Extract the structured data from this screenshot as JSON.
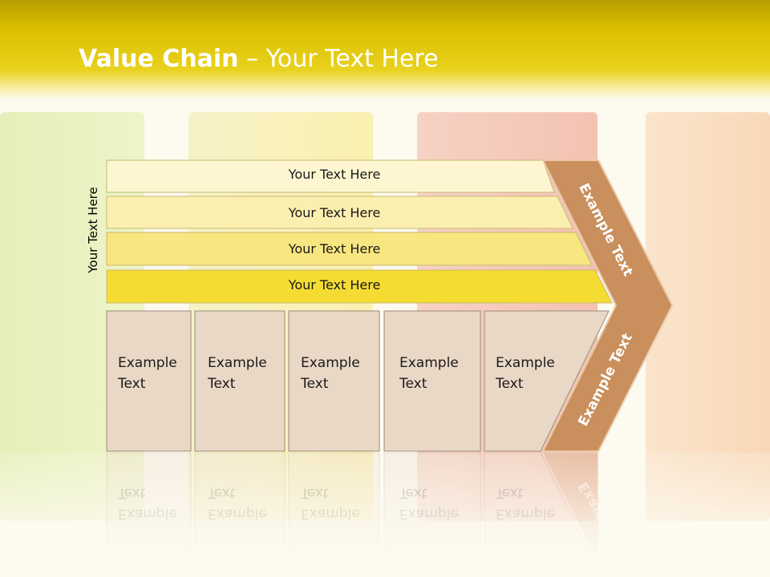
{
  "title": {
    "bold": "Value Chain",
    "rest": " – Your Text Here"
  },
  "side_label": "Your Text Here",
  "bands": [
    {
      "label": "Your Text Here",
      "color": "#fdf6d0"
    },
    {
      "label": "Your Text Here",
      "color": "#fbefb0"
    },
    {
      "label": "Your Text Here",
      "color": "#f8e680"
    },
    {
      "label": "Your Text Here",
      "color": "#f5dc32"
    }
  ],
  "boxes": [
    {
      "line1": "Example",
      "line2": "Text"
    },
    {
      "line1": "Example",
      "line2": "Text"
    },
    {
      "line1": "Example",
      "line2": "Text"
    },
    {
      "line1": "Example",
      "line2": "Text"
    },
    {
      "line1": "Example",
      "line2": "Text"
    }
  ],
  "arrow": {
    "top_label": "Example Text",
    "bottom_label": "Example Text"
  },
  "colors": {
    "header": "#dcc000",
    "box_fill": "#ead8c6",
    "box_border": "#9a8a7c",
    "arrow_fill": "#c98f5c",
    "arrow_border": "#e8c8a8"
  }
}
